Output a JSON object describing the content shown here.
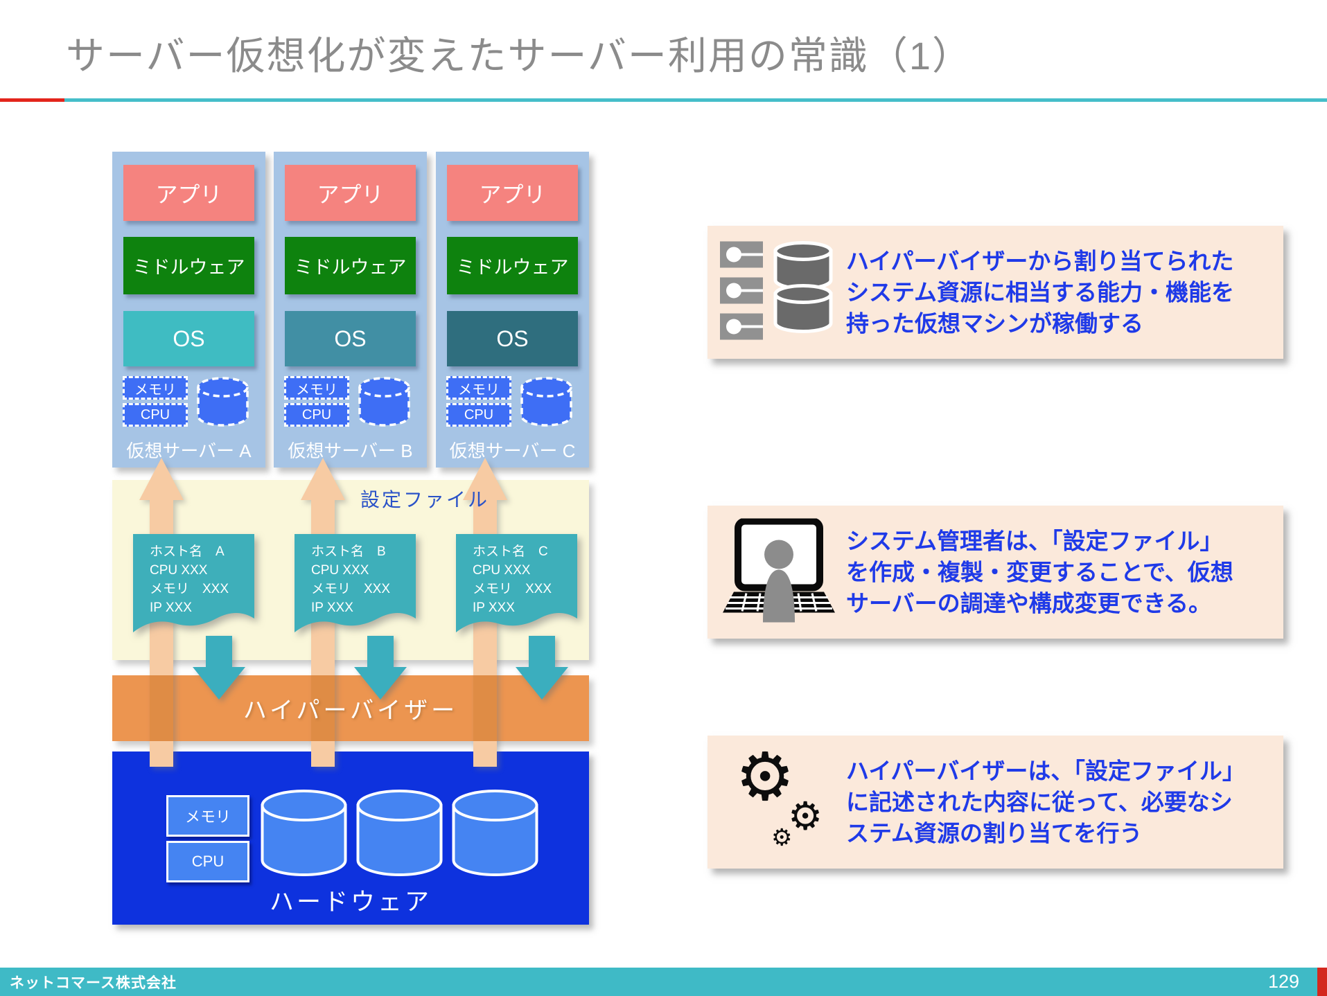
{
  "title": "サーバー仮想化が変えたサーバー利用の常識（1）",
  "colors": {
    "accent-red": "#E3251C",
    "accent-teal": "#45BEC9",
    "title-gray": "#8B8B8B",
    "stack-bg": "#A6C4E5",
    "app-pink": "#F5837F",
    "middleware-green": "#0E820E",
    "os-a": "#3FBCC2",
    "os-b": "#418FA4",
    "os-c": "#2F6E7E",
    "resource-blue": "#3E6EF5",
    "hw-resource-blue": "#4584F2",
    "cream": "#FAF7DA",
    "card-teal": "#3EAFBA",
    "down-arrow-teal": "#3BAEBE",
    "hypervisor-orange": "#EC9550",
    "up-arrow-peach": "#F7CBA3",
    "up-arrow-on-orange": "#DF8C45",
    "hardware-blue": "#0E32DE",
    "callout-bg": "#FBE9DB",
    "callout-text-blue": "#1F3AE8",
    "config-label-blue": "#2A52C8",
    "footer-teal": "#3FBAC6",
    "footer-red": "#D3281E"
  },
  "stacks": [
    {
      "name": "仮想サーバー A",
      "layers": {
        "app": "アプリ",
        "middleware": "ミドルウェア",
        "os": "OS"
      },
      "resources": {
        "memory": "メモリ",
        "cpu": "CPU"
      }
    },
    {
      "name": "仮想サーバー B",
      "layers": {
        "app": "アプリ",
        "middleware": "ミドルウェア",
        "os": "OS"
      },
      "resources": {
        "memory": "メモリ",
        "cpu": "CPU"
      }
    },
    {
      "name": "仮想サーバー C",
      "layers": {
        "app": "アプリ",
        "middleware": "ミドルウェア",
        "os": "OS"
      },
      "resources": {
        "memory": "メモリ",
        "cpu": "CPU"
      }
    }
  ],
  "config_area": {
    "label": "設定ファイル",
    "cards": [
      {
        "host": "ホスト名　A",
        "cpu": "CPU XXX",
        "memory": "メモリ　XXX",
        "ip": "IP XXX"
      },
      {
        "host": "ホスト名　B",
        "cpu": "CPU XXX",
        "memory": "メモリ　XXX",
        "ip": "IP XXX"
      },
      {
        "host": "ホスト名　C",
        "cpu": "CPU XXX",
        "memory": "メモリ　XXX",
        "ip": "IP XXX"
      }
    ]
  },
  "hypervisor_label": "ハイパーバイザー",
  "hardware": {
    "label": "ハードウェア",
    "memory": "メモリ",
    "cpu": "CPU"
  },
  "callouts": [
    {
      "icon": "server-stack-icon",
      "text": "ハイパーバイザーから割り当てられたシステム資源に相当する能力・機能を持った仮想マシンが稼働する"
    },
    {
      "icon": "admin-laptop-icon",
      "text": "システム管理者は、「設定ファイル」を作成・複製・変更することで、仮想サーバーの調達や構成変更できる。"
    },
    {
      "icon": "gears-icon",
      "text": "ハイパーバイザーは、「設定ファイル」に記述された内容に従って、必要なシステム資源の割り当てを行う"
    }
  ],
  "footer": {
    "company": "ネットコマース株式会社",
    "page": "129"
  }
}
